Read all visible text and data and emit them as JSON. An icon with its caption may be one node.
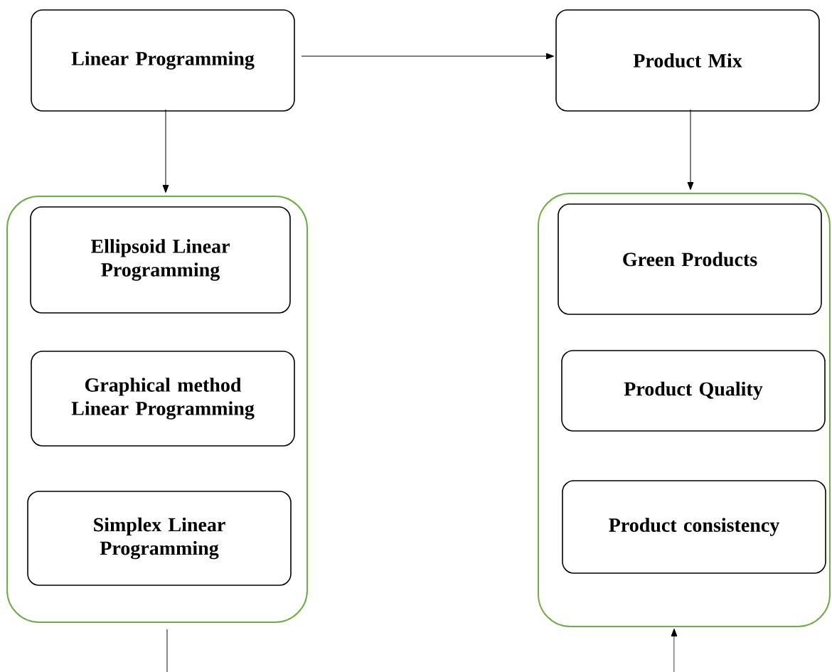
{
  "diagram": {
    "nodes": [
      {
        "text": [
          "Linear Programming"
        ]
      },
      {
        "text": [
          "Product Mix"
        ]
      },
      {
        "text": [],
        "shape": "box"
      },
      {
        "text": [
          "Ellipsoid Linear Programming"
        ],
        "in": 2
      },
      {
        "text": [
          "Graphical method Linear Programming"
        ],
        "in": 2
      },
      {
        "text": [
          "Simplex Linear Programming"
        ],
        "in": 2
      },
      {
        "text": [],
        "shape": "box"
      },
      {
        "text": [
          "Green Products"
        ],
        "in": 6
      },
      {
        "text": [
          "Product Quality"
        ],
        "in": 6
      },
      {
        "text": [
          "Product consistency"
        ],
        "in": 6
      }
    ],
    "edges": [
      {
        "from": 0,
        "to": 1,
        "arrow": "to"
      },
      {
        "from": 0,
        "to": 2,
        "arrow": "to"
      },
      {
        "from": 1,
        "to": 6,
        "arrow": "to"
      },
      {
        "from": 2,
        "to": null,
        "arrow": "none"
      },
      {
        "from": null,
        "to": 6,
        "arrow": "to"
      }
    ]
  }
}
